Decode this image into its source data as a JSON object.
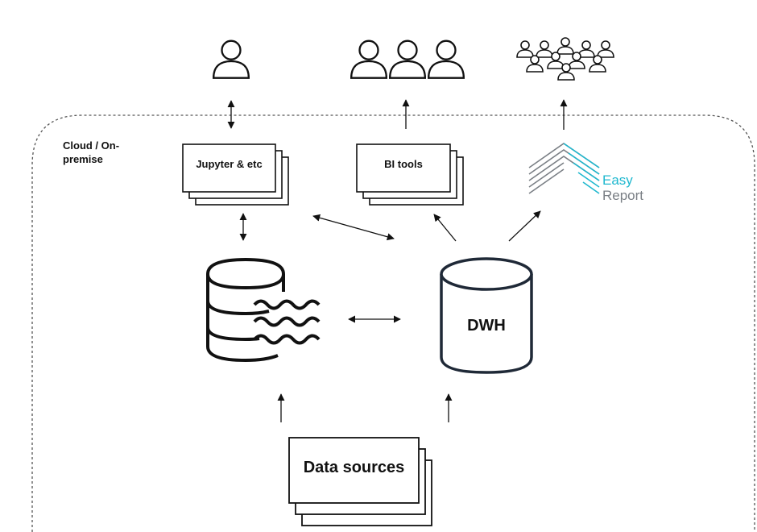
{
  "diagram": {
    "container_label": "Cloud / On-premise",
    "nodes": {
      "jupyter": "Jupyter & etc",
      "bi_tools": "BI tools",
      "data_sources": "Data sources",
      "dwh": "DWH"
    },
    "logo": {
      "word1": "Easy",
      "word2": "Report"
    },
    "users": {
      "single": 1,
      "group": 3,
      "crowd": 10
    },
    "colors": {
      "line": "#111111",
      "dwh_stroke": "#1f2937",
      "logo_accent": "#1fb8cf",
      "logo_gray": "#7a7f85",
      "dash": "#555555"
    },
    "edges": [
      {
        "from": "jupyter",
        "to": "single-user",
        "direction": "both"
      },
      {
        "from": "bi_tools",
        "to": "user-group",
        "direction": "forward"
      },
      {
        "from": "easy-report",
        "to": "user-crowd",
        "direction": "forward"
      },
      {
        "from": "jupyter",
        "to": "data-lake",
        "direction": "both"
      },
      {
        "from": "jupyter",
        "to": "dwh",
        "direction": "both"
      },
      {
        "from": "dwh",
        "to": "bi_tools",
        "direction": "forward"
      },
      {
        "from": "dwh",
        "to": "easy-report",
        "direction": "forward"
      },
      {
        "from": "data-lake",
        "to": "dwh",
        "direction": "both"
      },
      {
        "from": "data_sources",
        "to": "data-lake",
        "direction": "forward"
      },
      {
        "from": "data_sources",
        "to": "dwh",
        "direction": "forward"
      }
    ]
  }
}
